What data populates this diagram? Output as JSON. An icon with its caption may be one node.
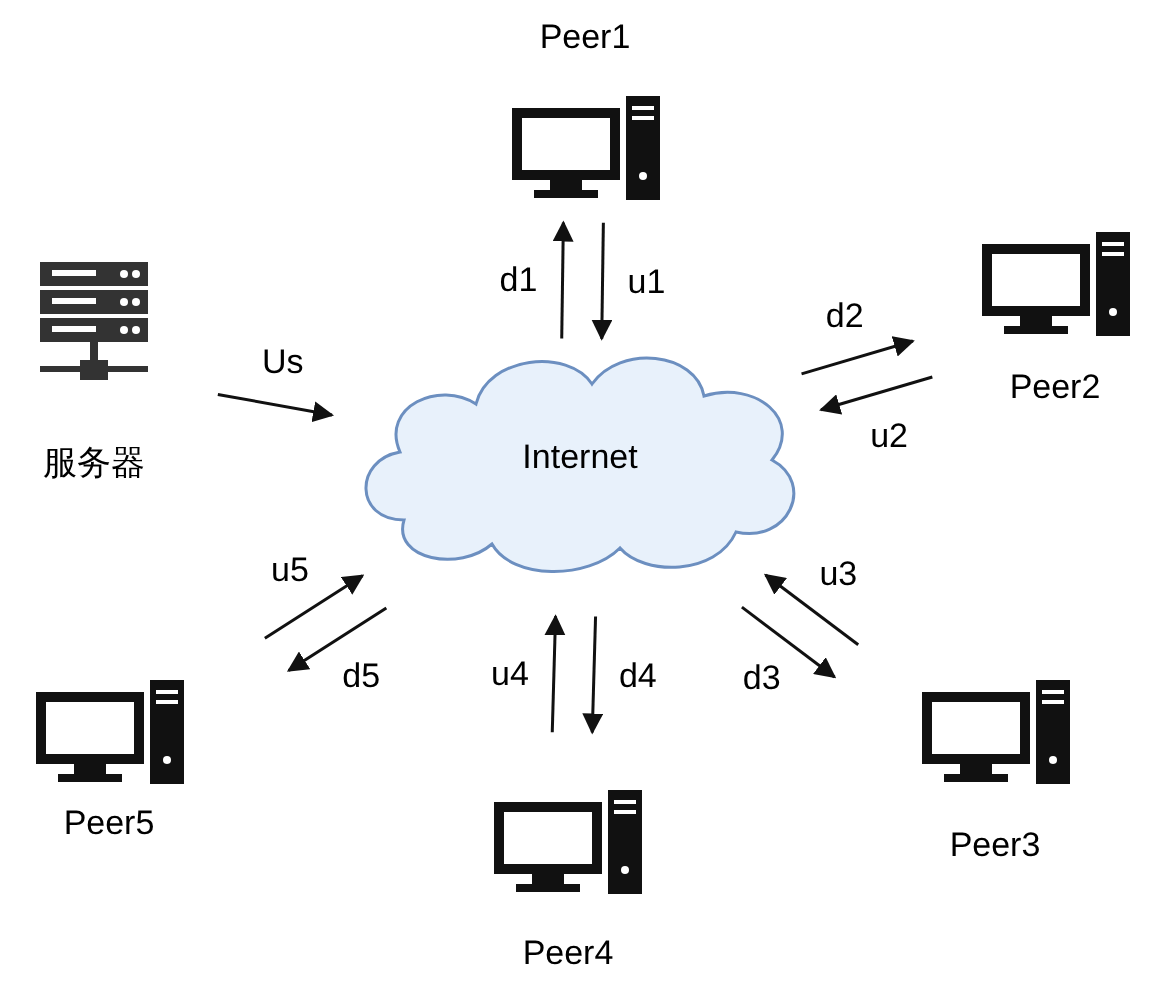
{
  "diagram": {
    "nodes": [
      {
        "text": [
          "Peer1"
        ]
      },
      {
        "text": [
          "服务器"
        ]
      },
      {
        "text": [
          "Peer2"
        ]
      },
      {
        "text": [
          "Internet"
        ]
      },
      {
        "text": [
          "Peer5"
        ]
      },
      {
        "text": [
          "Peer3"
        ]
      },
      {
        "text": [
          "Peer4"
        ]
      }
    ],
    "edges": [
      {
        "from": 1,
        "to": 3,
        "arrow": "to",
        "label": "Us"
      },
      {
        "from": 3,
        "to": 0,
        "arrow": "to",
        "label": "d1"
      },
      {
        "from": 0,
        "to": 3,
        "arrow": "to",
        "label": "u1"
      },
      {
        "from": 3,
        "to": 2,
        "arrow": "to",
        "label": "d2"
      },
      {
        "from": 2,
        "to": 3,
        "arrow": "to",
        "label": "u2"
      },
      {
        "from": 5,
        "to": 3,
        "arrow": "to",
        "label": "u3"
      },
      {
        "from": 3,
        "to": 5,
        "arrow": "to",
        "label": "d3"
      },
      {
        "from": 6,
        "to": 3,
        "arrow": "to",
        "label": "u4"
      },
      {
        "from": 3,
        "to": 6,
        "arrow": "to",
        "label": "d4"
      },
      {
        "from": 4,
        "to": 3,
        "arrow": "to",
        "label": "u5"
      },
      {
        "from": 3,
        "to": 4,
        "arrow": "to",
        "label": "d5"
      }
    ]
  }
}
